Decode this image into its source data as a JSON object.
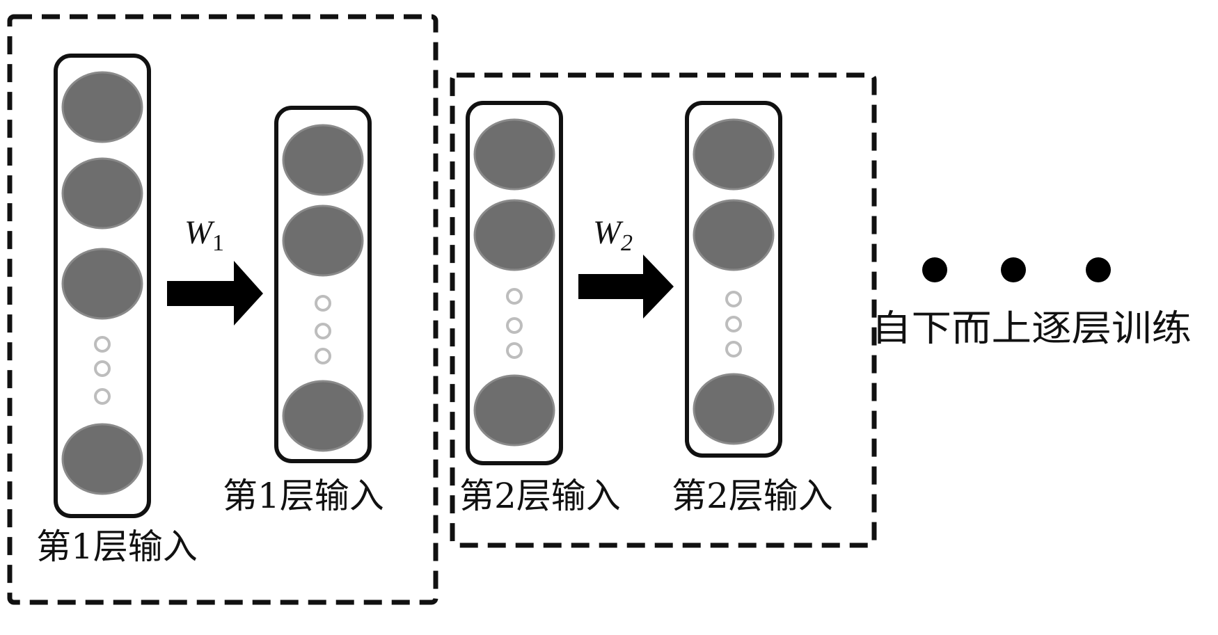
{
  "stages": [
    {
      "input_label": "第1层输入",
      "output_label": "第1层输入",
      "weight": "W",
      "weight_index": "1"
    },
    {
      "input_label": "第2层输入",
      "output_label": "第2层输入",
      "weight": "W",
      "weight_index": "2"
    }
  ],
  "caption": "自下而上逐层训练",
  "colors": {
    "node_fill": "#6e6e6e",
    "node_stroke": "#8a8a8a",
    "outline": "#111111",
    "arrow": "#000000",
    "small_node": "#bdbdbd"
  }
}
